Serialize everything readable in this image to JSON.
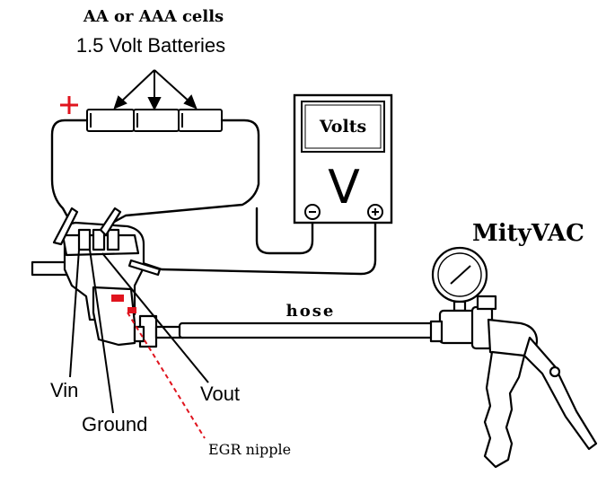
{
  "labels": {
    "cell_type": "AA or AAA cells",
    "battery_label": "1.5 Volt Batteries",
    "plus_sign": "+",
    "meter_title": "Volts",
    "meter_unit": "V",
    "meter_minus": "−",
    "meter_plus": "+",
    "pump_name": "MityVAC",
    "hose": "hose",
    "vin": "Vin",
    "ground": "Ground",
    "vout": "Vout",
    "egr_nipple": "EGR nipple"
  },
  "colors": {
    "line": "#000000",
    "red": "#e0141e",
    "background": "#ffffff"
  }
}
